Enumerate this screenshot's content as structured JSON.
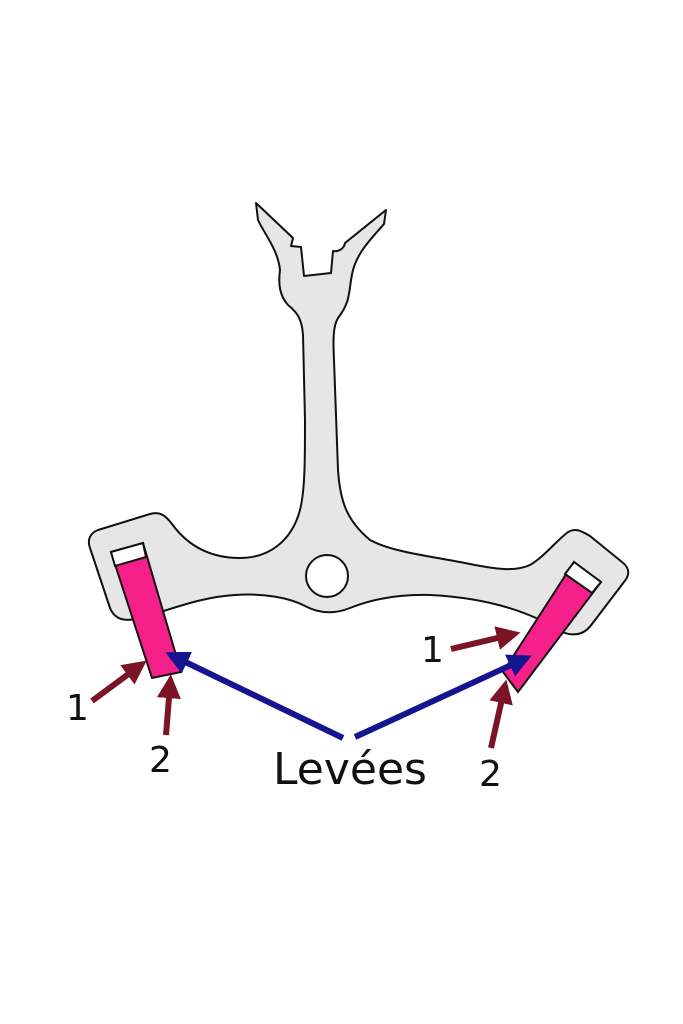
{
  "diagram": {
    "subject": "pallet-fork",
    "caption": "Levées",
    "labels": {
      "left_1": "1",
      "left_2": "2",
      "right_1": "1",
      "right_2": "2"
    }
  },
  "colors": {
    "body_fill": "#e6e6e6",
    "outline": "#111111",
    "pallet_fill": "#f5208a",
    "red_arrow": "#7a1426",
    "blue_arrow": "#15168f"
  }
}
